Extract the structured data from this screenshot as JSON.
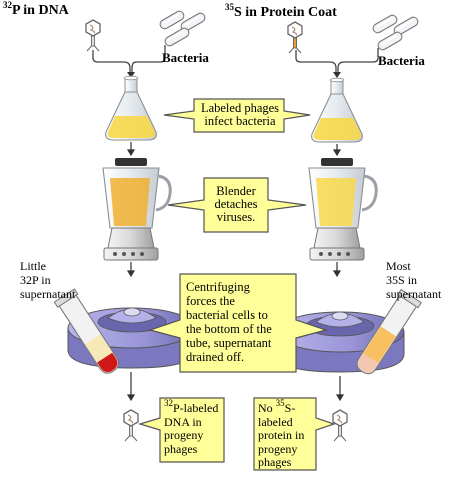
{
  "colors": {
    "callout_fill": "#ffff99",
    "callout_stroke": "#555555",
    "liquid_yellow": "#f7d84a",
    "liquid_orange": "#f0a030",
    "centrifuge_blue": "#9c98d8",
    "pellet_red": "#d01818",
    "glass": "#e8eef2"
  },
  "headings": {
    "left_isotope": "32",
    "left_rest": "P in DNA",
    "right_isotope": "35",
    "right_rest": "S in Protein Coat"
  },
  "bacteria_label_left": "Bacteria",
  "bacteria_label_right": "Bacteria",
  "callouts": {
    "infect": [
      "Labeled phages",
      "infect bacteria"
    ],
    "blender": [
      "Blender",
      "detaches",
      "viruses."
    ],
    "centrifuge": [
      "Centrifuging",
      "forces the",
      "bacterial cells to",
      "the bottom of the",
      "tube, supernatant",
      "drained off."
    ]
  },
  "side_labels": {
    "left_line1": "Little",
    "left_iso": "32",
    "left_iso_rest": "P",
    "left_tail": "in",
    "left_line3": "supernatant",
    "right_line1": "Most",
    "right_iso": "35",
    "right_iso_rest": "S",
    "right_tail": "in",
    "right_line3": "supernatant"
  },
  "results": {
    "left_iso": "32",
    "left_line1_rest": "P-labeled",
    "left_line2": "DNA in",
    "left_line3": "progeny",
    "left_line4": "phages",
    "right_line1": "No",
    "right_iso": "35",
    "right_line1_rest": "S-",
    "right_line2": "labeled",
    "right_line3": "protein in",
    "right_line4": "progeny",
    "right_line5": "phages"
  },
  "icons": [
    "phage-icon",
    "bacteria-icon",
    "flask-icon",
    "blender-icon",
    "centrifuge-icon",
    "test-tube-icon",
    "arrow-down-icon"
  ]
}
